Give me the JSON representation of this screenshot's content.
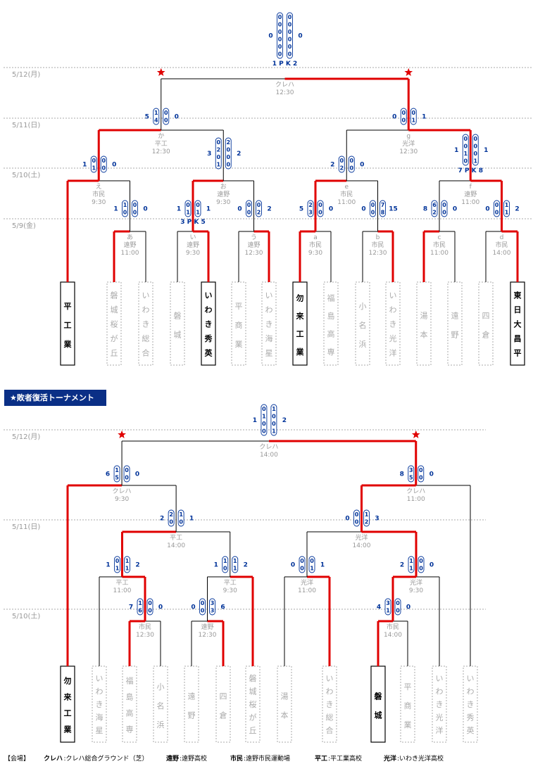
{
  "banner": "★敗者復活トーナメント",
  "footer": {
    "label": "【会場】",
    "items": [
      {
        "key": "クレハ",
        "value": ":クレハ総合グラウンド（芝）"
      },
      {
        "key": "遠野",
        "value": ":遠野高校"
      },
      {
        "key": "市民",
        "value": ":遠野市民運動場"
      },
      {
        "key": "平工",
        "value": ":平工業高校"
      },
      {
        "key": "光洋",
        "value": ":いわき光洋高校"
      }
    ]
  },
  "colors": {
    "win": "#e00000",
    "lose": "#000000",
    "score": "#003399",
    "banner": "#0a2f86",
    "grid": "#aaaaaa",
    "muted": "#aaaaaa"
  },
  "main": {
    "dates": [
      "5/12(月)",
      "5/11(日)",
      "5/10(土)",
      "5/9(金)"
    ],
    "teams": [
      {
        "name": "平工業",
        "win": true
      },
      {
        "name": "磐城桜が丘",
        "win": false
      },
      {
        "name": "いわき総合",
        "win": false
      },
      {
        "name": "磐城",
        "win": false
      },
      {
        "name": "いわき秀英",
        "win": true
      },
      {
        "name": "平商業",
        "win": false
      },
      {
        "name": "いわき海星",
        "win": false
      },
      {
        "name": "勿来工業",
        "win": true
      },
      {
        "name": "福島高専",
        "win": false
      },
      {
        "name": "小名浜",
        "win": false
      },
      {
        "name": "いわき光洋",
        "win": false
      },
      {
        "name": "湯本",
        "win": false
      },
      {
        "name": "遠野",
        "win": false
      },
      {
        "name": "四倉",
        "win": false
      },
      {
        "name": "東日大昌平",
        "win": true
      }
    ],
    "matches": [
      {
        "id": "あ",
        "venue": "遠野",
        "time": "11:00"
      },
      {
        "id": "い",
        "venue": "遠野",
        "time": "9:30"
      },
      {
        "id": "う",
        "venue": "遠野",
        "time": "12:30"
      },
      {
        "id": "a",
        "venue": "市民",
        "time": "9:30"
      },
      {
        "id": "b",
        "venue": "市民",
        "time": "12:30"
      },
      {
        "id": "c",
        "venue": "市民",
        "time": "11:00"
      },
      {
        "id": "d",
        "venue": "市民",
        "time": "14:00"
      },
      {
        "id": "え",
        "venue": "市民",
        "time": "9:30"
      },
      {
        "id": "お",
        "venue": "遠野",
        "time": "9:30"
      },
      {
        "id": "e",
        "venue": "市民",
        "time": "11:00"
      },
      {
        "id": "f",
        "venue": "遠野",
        "time": "11:00"
      },
      {
        "id": "か",
        "venue": "平工",
        "time": "12:30"
      },
      {
        "id": "g",
        "venue": "光洋",
        "time": "12:30"
      },
      {
        "id": "",
        "venue": "クレハ",
        "time": "12:30"
      }
    ],
    "scores": [
      {
        "l": 1,
        "r": 0,
        "halves": [
          [
            1,
            0
          ],
          [
            0,
            0
          ]
        ]
      },
      {
        "l": 1,
        "r": 1,
        "halves": [
          [
            0,
            0
          ],
          [
            1,
            1
          ]
        ],
        "pk": "3 P K 5"
      },
      {
        "l": 0,
        "r": 2,
        "halves": [
          [
            0,
            0
          ],
          [
            0,
            2
          ]
        ]
      },
      {
        "l": 5,
        "r": 0,
        "halves": [
          [
            2,
            0
          ],
          [
            3,
            0
          ]
        ]
      },
      {
        "l": 0,
        "r": 15,
        "halves": [
          [
            0,
            7
          ],
          [
            0,
            8
          ]
        ]
      },
      {
        "l": 8,
        "r": 0,
        "halves": [
          [
            6,
            0
          ],
          [
            2,
            0
          ]
        ]
      },
      {
        "l": 0,
        "r": 2,
        "halves": [
          [
            0,
            1
          ],
          [
            0,
            1
          ]
        ]
      },
      {
        "l": 1,
        "r": 0,
        "halves": [
          [
            0,
            0
          ],
          [
            1,
            0
          ]
        ]
      },
      {
        "l": 3,
        "r": 2,
        "halves": [
          [
            0,
            2
          ],
          [
            2,
            0
          ],
          [
            0,
            0
          ],
          [
            1,
            0
          ]
        ]
      },
      {
        "l": 2,
        "r": 0,
        "halves": [
          [
            0,
            0
          ],
          [
            2,
            0
          ]
        ]
      },
      {
        "l": 1,
        "r": 1,
        "halves": [
          [
            0,
            0
          ],
          [
            0,
            0
          ],
          [
            1,
            0
          ],
          [
            0,
            1
          ]
        ],
        "pk": "7 P K 8"
      },
      {
        "l": 5,
        "r": 0,
        "halves": [
          [
            1,
            0
          ],
          [
            4,
            0
          ]
        ]
      },
      {
        "l": 0,
        "r": 1,
        "halves": [
          [
            0,
            0
          ],
          [
            0,
            1
          ]
        ]
      },
      {
        "l": 0,
        "r": 0,
        "halves": [
          [
            0,
            0
          ],
          [
            0,
            0
          ],
          [
            0,
            0
          ],
          [
            0,
            0
          ],
          [
            0,
            0
          ],
          [
            0,
            0
          ]
        ],
        "pk": "1 P K 2"
      }
    ]
  },
  "repechage": {
    "dates": [
      "5/12(月)",
      "5/11(日)",
      "5/10(土)"
    ],
    "teams": [
      {
        "name": "勿来工業",
        "win": true
      },
      {
        "name": "いわき海星",
        "win": false
      },
      {
        "name": "福島高専",
        "win": false
      },
      {
        "name": "小名浜",
        "win": false
      },
      {
        "name": "遠野",
        "win": false
      },
      {
        "name": "四倉",
        "win": false
      },
      {
        "name": "磐城桜が丘",
        "win": false
      },
      {
        "name": "湯本",
        "win": false
      },
      {
        "name": "いわき総合",
        "win": false
      },
      {
        "name": "磐城",
        "win": true
      },
      {
        "name": "平商業",
        "win": false
      },
      {
        "name": "いわき光洋",
        "win": false
      },
      {
        "name": "いわき秀英",
        "win": false
      }
    ],
    "matches": [
      {
        "venue": "市民",
        "time": "12:30"
      },
      {
        "venue": "遠野",
        "time": "12:30"
      },
      {
        "venue": "市民",
        "time": "14:00"
      },
      {
        "venue": "平工",
        "time": "11:00"
      },
      {
        "venue": "平工",
        "time": "9:30"
      },
      {
        "venue": "光洋",
        "time": "11:00"
      },
      {
        "venue": "光洋",
        "time": "9:30"
      },
      {
        "venue": "平工",
        "time": "14:00"
      },
      {
        "venue": "光洋",
        "time": "14:00"
      },
      {
        "venue": "クレハ",
        "time": "9:30"
      },
      {
        "venue": "クレハ",
        "time": "11:00"
      },
      {
        "venue": "クレハ",
        "time": "14:00"
      }
    ],
    "scores": [
      {
        "l": 7,
        "r": 0,
        "halves": [
          [
            1,
            0
          ],
          [
            6,
            0
          ]
        ]
      },
      {
        "l": 0,
        "r": 6,
        "halves": [
          [
            0,
            3
          ],
          [
            0,
            3
          ]
        ]
      },
      {
        "l": 4,
        "r": 0,
        "halves": [
          [
            3,
            0
          ],
          [
            1,
            0
          ]
        ]
      },
      {
        "l": 1,
        "r": 2,
        "halves": [
          [
            0,
            1
          ],
          [
            1,
            1
          ]
        ]
      },
      {
        "l": 1,
        "r": 2,
        "halves": [
          [
            1,
            1
          ],
          [
            0,
            1
          ]
        ]
      },
      {
        "l": 0,
        "r": 1,
        "halves": [
          [
            0,
            0
          ],
          [
            0,
            1
          ]
        ]
      },
      {
        "l": 2,
        "r": 0,
        "halves": [
          [
            1,
            0
          ],
          [
            1,
            0
          ]
        ]
      },
      {
        "l": 2,
        "r": 1,
        "halves": [
          [
            2,
            1
          ],
          [
            0,
            0
          ]
        ]
      },
      {
        "l": 0,
        "r": 3,
        "halves": [
          [
            0,
            1
          ],
          [
            0,
            2
          ]
        ]
      },
      {
        "l": 6,
        "r": 0,
        "halves": [
          [
            1,
            0
          ],
          [
            5,
            0
          ]
        ]
      },
      {
        "l": 8,
        "r": 0,
        "halves": [
          [
            3,
            0
          ],
          [
            5,
            0
          ]
        ]
      },
      {
        "l": 1,
        "r": 2,
        "halves": [
          [
            0,
            1
          ],
          [
            1,
            0
          ],
          [
            0,
            0
          ],
          [
            0,
            1
          ]
        ]
      }
    ]
  }
}
